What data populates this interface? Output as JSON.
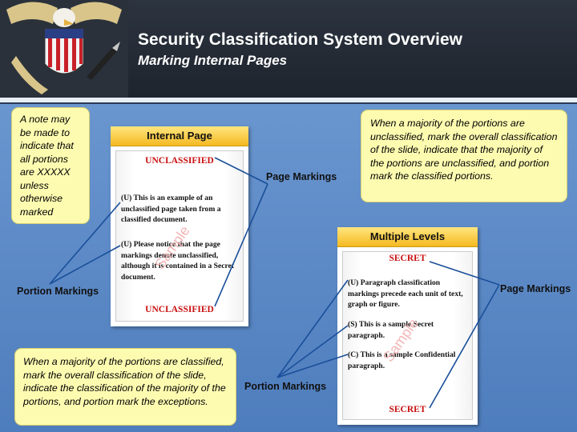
{
  "header": {
    "title": "Security Classification System Overview",
    "subtitle": "Marking Internal Pages",
    "seal_icon": "eagle-seal-icon"
  },
  "notes": {
    "left_top": "A note may be made to indicate that all portions are XXXXX unless otherwise marked",
    "right_top": "When a majority of the portions are unclassified, mark the overall classification of the slide, indicate that the majority of the portions are unclassified, and portion mark the classified portions.",
    "bottom_left": "When a majority of the portions are classified, mark the overall classification of the slide, indicate the classification of the majority of the portions, and portion mark the exceptions."
  },
  "internal_page": {
    "title": "Internal Page",
    "top_marking": "UNCLASSIFIED",
    "para1": "(U) This is an example of an unclassified page taken from a classified document.",
    "para2": "(U) Please notice that the page markings denote unclassified, although it is contained in a Secret document.",
    "bottom_marking": "UNCLASSIFIED",
    "watermark": "Sample"
  },
  "multiple_levels": {
    "title": "Multiple Levels",
    "top_marking": "SECRET",
    "para1": "(U) Paragraph classification markings precede each unit of text, graph or figure.",
    "para2": "(S) This is a sample Secret paragraph.",
    "para3": "(C) This is a sample Confidential paragraph.",
    "bottom_marking": "SECRET",
    "watermark": "Sample"
  },
  "labels": {
    "page_markings_1": "Page Markings",
    "portion_markings_1": "Portion Markings",
    "page_markings_2": "Page Markings",
    "portion_markings_2": "Portion Markings"
  },
  "colors": {
    "background": "#5a86c2",
    "note_fill": "#fdfbb0",
    "marking_red": "#c81010",
    "doc_title_gold": "#f5b921",
    "line_blue": "#1a4f9a"
  }
}
